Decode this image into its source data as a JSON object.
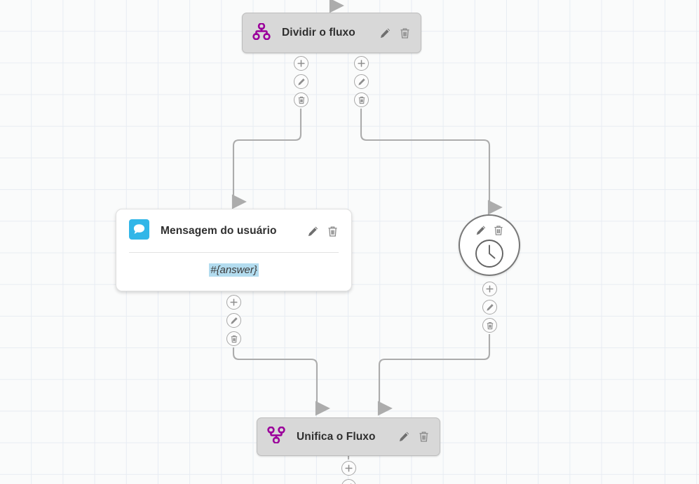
{
  "canvas": {
    "label": "flow-editor-canvas",
    "grid": true,
    "background_color": "#fafbfb",
    "grid_color": "#e7ecf3",
    "connector_color": "#acacac"
  },
  "nodes": [
    {
      "id": "split",
      "type": "split-flow",
      "title": "Dividir o fluxo",
      "icon": "split-flow-icon",
      "icon_color": "#9b009b",
      "edit_label": "Editar",
      "delete_label": "Excluir"
    },
    {
      "id": "user-message",
      "type": "user-message",
      "title": "Mensagem do usuário",
      "icon": "chat-bubble-icon",
      "icon_color": "#31b6e8",
      "content": "#{answer}",
      "content_highlight": "#b3dcef",
      "edit_label": "Editar",
      "delete_label": "Excluir"
    },
    {
      "id": "timer",
      "type": "timer",
      "title": "",
      "icon": "clock-icon",
      "icon_color": "#555555",
      "edit_label": "Editar",
      "delete_label": "Excluir"
    },
    {
      "id": "merge",
      "type": "merge-flow",
      "title": "Unifica o Fluxo",
      "icon": "merge-flow-icon",
      "icon_color": "#9b009b",
      "edit_label": "Editar",
      "delete_label": "Excluir"
    }
  ],
  "ports": {
    "add_label": "Adicionar",
    "edit_label": "Editar",
    "delete_label": "Excluir"
  }
}
